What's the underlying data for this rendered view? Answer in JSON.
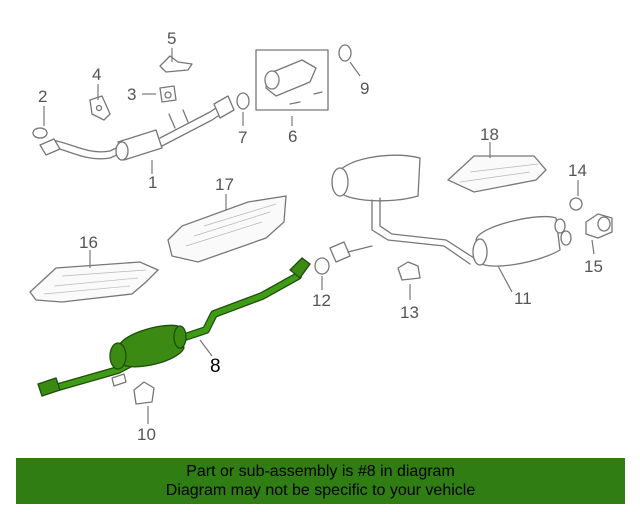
{
  "diagram": {
    "highlight_color": "#3a8a14",
    "callouts": {
      "c1": "1",
      "c2": "2",
      "c3": "3",
      "c4": "4",
      "c5": "5",
      "c6": "6",
      "c7": "7",
      "c8": "8",
      "c9": "9",
      "c10": "10",
      "c11": "11",
      "c12": "12",
      "c13": "13",
      "c14": "14",
      "c15": "15",
      "c16": "16",
      "c17": "17",
      "c18": "18"
    }
  },
  "banner": {
    "line1": "Part or sub-assembly is #8 in diagram",
    "line2": "Diagram may not be specific to your vehicle",
    "color": "#2f7d13"
  }
}
